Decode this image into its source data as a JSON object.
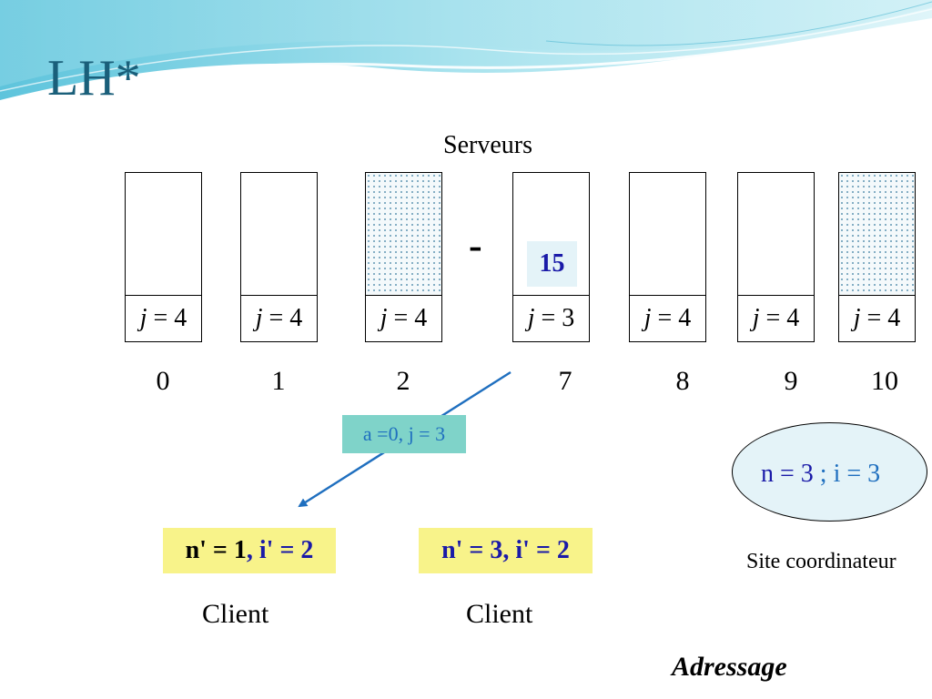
{
  "slide": {
    "title": "LH*",
    "servers_label": "Serveurs",
    "footer": "Adressage"
  },
  "buckets": [
    {
      "index": "0",
      "j_var": "j",
      "j_val": " = 4",
      "dotted": false
    },
    {
      "index": "1",
      "j_var": "j",
      "j_val": " = 4",
      "dotted": false
    },
    {
      "index": "2",
      "j_var": "j",
      "j_val": " = 4",
      "dotted": true
    },
    {
      "index": "7",
      "j_var": "j",
      "j_val": " = 3",
      "dotted": false
    },
    {
      "index": "8",
      "j_var": "j",
      "j_val": " = 4",
      "dotted": false
    },
    {
      "index": "9",
      "j_var": "j",
      "j_val": " = 4",
      "dotted": false
    },
    {
      "index": "10",
      "j_var": "j",
      "j_val": " = 4",
      "dotted": true
    }
  ],
  "gap_marker": "-",
  "key": "15",
  "iam_message": "a =0, j = 3",
  "clients": [
    {
      "n_part": "n' = 1",
      "i_part": ", i' = 2",
      "label": "Client"
    },
    {
      "n_part": "n' = 3",
      "i_part": ", i' = 2",
      "label": "Client"
    }
  ],
  "coordinator": {
    "n_part": "n = 3",
    "i_part": " ; i = 3",
    "label": "Site coordinateur"
  },
  "colors": {
    "title": "#1a5f7a",
    "arrow": "#1f6fbf",
    "client_box": "#f8f38a",
    "iam_box": "#7fd3c9",
    "key_box": "#e4f3f8",
    "dark_blue": "#1a1aa8"
  }
}
